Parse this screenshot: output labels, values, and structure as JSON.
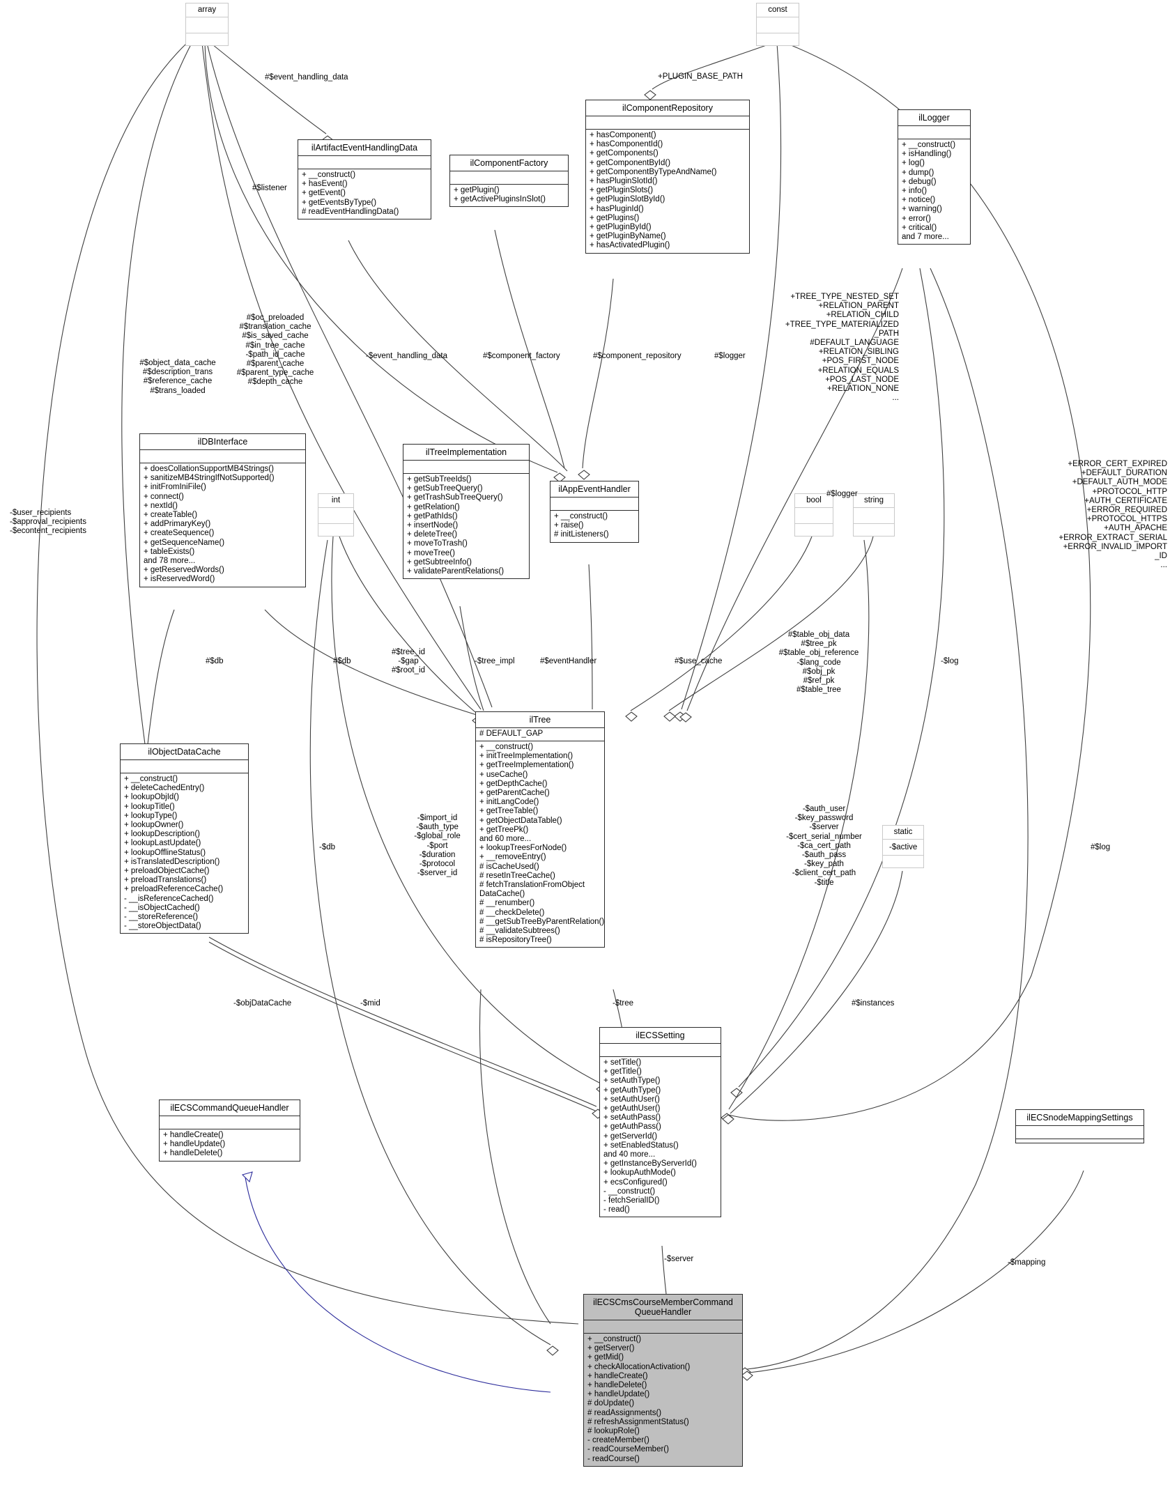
{
  "diagram": {
    "kind": "uml-collaboration-diagram",
    "focus_class": "ilECSCmsCourseMemberCommandQueueHandler",
    "colors": {
      "edge": "#3f3f3f",
      "inherit_edge": "#2a2a9a",
      "box_border": "#2b2b2b",
      "tiny_border": "#c9c9c9",
      "highlight_fill": "#bfbfbf",
      "background": "#ffffff"
    }
  },
  "boxes": {
    "array": {
      "title": "array"
    },
    "const": {
      "title": "const"
    },
    "int": {
      "title": "int"
    },
    "bool": {
      "title": "bool"
    },
    "string": {
      "title": "string"
    },
    "static": {
      "title": "static"
    },
    "ilArtifactEventHandlingData": {
      "title": "ilArtifactEventHandlingData",
      "attrs": [],
      "ops": [
        "+ __construct()",
        "+ hasEvent()",
        "+ getEvent()",
        "+ getEventsByType()",
        "# readEventHandlingData()"
      ]
    },
    "ilComponentFactory": {
      "title": "ilComponentFactory",
      "attrs": [],
      "ops": [
        "+ getPlugin()",
        "+ getActivePluginsInSlot()"
      ]
    },
    "ilComponentRepository": {
      "title": "ilComponentRepository",
      "attrs": [],
      "ops": [
        "+ hasComponent()",
        "+ hasComponentId()",
        "+ getComponents()",
        "+ getComponentById()",
        "+ getComponentByTypeAndName()",
        "+ hasPluginSlotId()",
        "+ getPluginSlots()",
        "+ getPluginSlotById()",
        "+ hasPluginId()",
        "+ getPlugins()",
        "+ getPluginById()",
        "+ getPluginByName()",
        "+ hasActivatedPlugin()"
      ]
    },
    "ilLogger": {
      "title": "ilLogger",
      "attrs": [],
      "ops": [
        "+ __construct()",
        "+ isHandling()",
        "+ log()",
        "+ dump()",
        "+ debug()",
        "+ info()",
        "+ notice()",
        "+ warning()",
        "+ error()",
        "+ critical()",
        "and 7 more..."
      ]
    },
    "ilDBInterface": {
      "title": "ilDBInterface",
      "attrs": [],
      "ops": [
        "+ doesCollationSupportMB4Strings()",
        "+ sanitizeMB4StringIfNotSupported()",
        "+ initFromIniFile()",
        "+ connect()",
        "+ nextId()",
        "+ createTable()",
        "+ addPrimaryKey()",
        "+ createSequence()",
        "+ getSequenceName()",
        "+ tableExists()",
        "and 78 more...",
        "+ getReservedWords()",
        "+ isReservedWord()"
      ]
    },
    "ilTreeImplementation": {
      "title": "ilTreeImplementation",
      "attrs": [],
      "ops": [
        "+ getSubTreeIds()",
        "+ getSubTreeQuery()",
        "+ getTrashSubTreeQuery()",
        "+ getRelation()",
        "+ getPathIds()",
        "+ insertNode()",
        "+ deleteTree()",
        "+ moveToTrash()",
        "+ moveTree()",
        "+ getSubtreeInfo()",
        "+ validateParentRelations()"
      ]
    },
    "ilAppEventHandler": {
      "title": "ilAppEventHandler",
      "attrs": [],
      "ops": [
        "+ __construct()",
        "+ raise()",
        "# initListeners()"
      ]
    },
    "ilObjectDataCache": {
      "title": "ilObjectDataCache",
      "attrs": [],
      "ops": [
        "+ __construct()",
        "+ deleteCachedEntry()",
        "+ lookupObjId()",
        "+ lookupTitle()",
        "+ lookupType()",
        "+ lookupOwner()",
        "+ lookupDescription()",
        "+ lookupLastUpdate()",
        "+ lookupOfflineStatus()",
        "+ isTranslatedDescription()",
        "+ preloadObjectCache()",
        "+ preloadTranslations()",
        "+ preloadReferenceCache()",
        "- __isReferenceCached()",
        "- __isObjectCached()",
        "- __storeReference()",
        "- __storeObjectData()"
      ]
    },
    "ilTree": {
      "title": "ilTree",
      "attrs": [
        "# DEFAULT_GAP"
      ],
      "ops": [
        "+ __construct()",
        "+ initTreeImplementation()",
        "+ getTreeImplementation()",
        "+ useCache()",
        "+ getDepthCache()",
        "+ getParentCache()",
        "+ initLangCode()",
        "+ getTreeTable()",
        "+ getObjectDataTable()",
        "+ getTreePk()",
        "and 60 more...",
        "+ lookupTreesForNode()",
        "+ __removeEntry()",
        "# isCacheUsed()",
        "# resetInTreeCache()",
        "# fetchTranslationFromObject",
        "DataCache()",
        "# __renumber()",
        "# __checkDelete()",
        "# __getSubTreeByParentRelation()",
        "# __validateSubtrees()",
        "# isRepositoryTree()"
      ]
    },
    "ilECSSetting": {
      "title": "ilECSSetting",
      "attrs": [],
      "ops": [
        "+ setTitle()",
        "+ getTitle()",
        "+ setAuthType()",
        "+ getAuthType()",
        "+ setAuthUser()",
        "+ getAuthUser()",
        "+ setAuthPass()",
        "+ getAuthPass()",
        "+ getServerId()",
        "+ setEnabledStatus()",
        "and 40 more...",
        "+ getInstanceByServerId()",
        "+ lookupAuthMode()",
        "+ ecsConfigured()",
        "- __construct()",
        "- fetchSerialID()",
        "- read()"
      ]
    },
    "ilECSCommandQueueHandler": {
      "title": "ilECSCommandQueueHandler",
      "attrs": [],
      "ops": [
        "+ handleCreate()",
        "+ handleUpdate()",
        "+ handleDelete()"
      ]
    },
    "ilECSnodeMappingSettings": {
      "title": "ilECSnodeMappingSettings",
      "attrs": [],
      "ops": []
    },
    "ilECSCmsCourseMemberCommandQueueHandler": {
      "title": "ilECSCmsCourseMemberCommand\nQueueHandler",
      "attrs": [],
      "ops": [
        "+ __construct()",
        "+ getServer()",
        "+ getMid()",
        "+ checkAllocationActivation()",
        "+ handleCreate()",
        "+ handleDelete()",
        "+ handleUpdate()",
        "# doUpdate()",
        "# readAssignments()",
        "# refreshAssignmentStatus()",
        "# lookupRole()",
        "- createMember()",
        "- readCourseMember()",
        "- readCourse()"
      ]
    }
  },
  "edge_labels": {
    "event_handling_data": "#$event_handling_data",
    "plugin_base_path": "+PLUGIN_BASE_PATH",
    "listener": "#$listener",
    "object_data_cache_group": "#$object_data_cache\n#$description_trans\n#$reference_cache\n#$trans_loaded",
    "oc_preloaded_group": "#$oc_preloaded\n#$translation_cache\n#$is_saved_cache\n#$in_tree_cache\n-$path_id_cache\n#$parent_cache\n#$parent_type_cache\n#$depth_cache",
    "event_handling_data_priv": "-$event_handling_data",
    "component_factory": "#$component_factory",
    "component_repository": "#$component_repository",
    "logger_1": "#$logger",
    "tree_constants": "+TREE_TYPE_NESTED_SET\n+RELATION_PARENT\n+RELATION_CHILD\n+TREE_TYPE_MATERIALIZED\n_PATH\n#DEFAULT_LANGUAGE\n+RELATION_SIBLING\n+POS_FIRST_NODE\n+RELATION_EQUALS\n+POS_LAST_NODE\n+RELATION_NONE\n...",
    "ecs_constants": "+ERROR_CERT_EXPIRED\n+DEFAULT_DURATION\n+DEFAULT_AUTH_MODE\n+PROTOCOL_HTTP\n+AUTH_CERTIFICATE\n+ERROR_REQUIRED\n+PROTOCOL_HTTPS\n+AUTH_APACHE\n+ERROR_EXTRACT_SERIAL\n+ERROR_INVALID_IMPORT\n_ID\n...",
    "user_recipients": "-$user_recipients\n-$approval_recipients\n-$econtent_recipients",
    "db_1": "#$db",
    "db_2": "#$db",
    "tree_ids": "#$tree_id\n-$gap\n#$root_id",
    "tree_impl": "-$tree_impl",
    "event_handler": "#$eventHandler",
    "use_cache": "#$use_cache",
    "logger_2": "#$logger",
    "log_1": "-$log",
    "table_obj_data_group": "#$table_obj_data\n#$tree_pk\n#$table_obj_reference\n-$lang_code\n#$obj_pk\n#$ref_pk\n#$table_tree",
    "db_3": "-$db",
    "import_id_group": "-$import_id\n-$auth_type\n-$global_role\n-$port\n-$duration\n-$protocol\n-$server_id",
    "auth_user_group": "-$auth_user\n-$key_password\n-$server\n-$cert_serial_number\n-$ca_cert_path\n-$auth_pass\n-$key_path\n-$client_cert_path\n-$title",
    "active": "-$active",
    "log_2": "#$log",
    "objDataCache": "-$objDataCache",
    "mid": "-$mid",
    "tree": "-$tree",
    "instances": "#$instances",
    "server": "-$server",
    "mapping": "-$mapping"
  }
}
